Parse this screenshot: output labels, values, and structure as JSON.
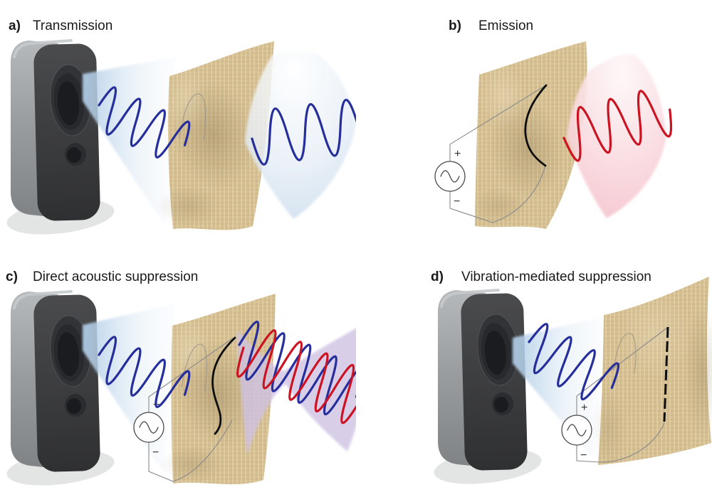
{
  "figure": {
    "background": "#ffffff",
    "voltage_source": {
      "plus": "+",
      "minus": "−"
    },
    "panels": [
      {
        "id": "a",
        "label": "a)",
        "title": "Transmission",
        "components": [
          "speaker-icon",
          "incident-sound-cone",
          "incident-sine-wave",
          "woven-fabric",
          "embedded-fiber-ghost",
          "transmitted-sound-cone",
          "transmitted-sine-wave"
        ]
      },
      {
        "id": "b",
        "label": "b)",
        "title": "Emission",
        "components": [
          "woven-fabric",
          "embedded-fiber",
          "ac-voltage-source",
          "wires",
          "emitted-sound-cone",
          "emitted-sine-wave"
        ]
      },
      {
        "id": "c",
        "label": "c)",
        "title": "Direct acoustic suppression",
        "components": [
          "speaker-icon",
          "incident-sound-cone",
          "incident-sine-wave",
          "woven-fabric",
          "embedded-fiber",
          "ac-voltage-source",
          "wires",
          "interference-cone",
          "antiphase-blue-wave",
          "antiphase-red-wave"
        ]
      },
      {
        "id": "d",
        "label": "d)",
        "title": "Vibration-mediated suppression",
        "components": [
          "speaker-icon",
          "incident-sound-cone",
          "incident-sine-wave",
          "woven-fabric",
          "dashed-embedded-fiber",
          "ac-voltage-source",
          "wires"
        ]
      }
    ],
    "colors": {
      "incident_wave": "#262e9c",
      "emitted_wave": "#cc1322",
      "incident_cone": "#aecbe6",
      "transmitted_cone": "#cfe0ef",
      "emission_cone": "#f5bfc9",
      "suppression_cone": "#cfc2e3",
      "fabric_base": "#d6c094",
      "fabric_weft": "#cbb180",
      "fabric_warp": "#e6d8b2",
      "fiber": "#0d0d0d",
      "wire": "#8a8a8a",
      "speaker_side": "#9aa0a3",
      "speaker_front": "#3f4042",
      "label_text": "#1a1a1a"
    }
  }
}
